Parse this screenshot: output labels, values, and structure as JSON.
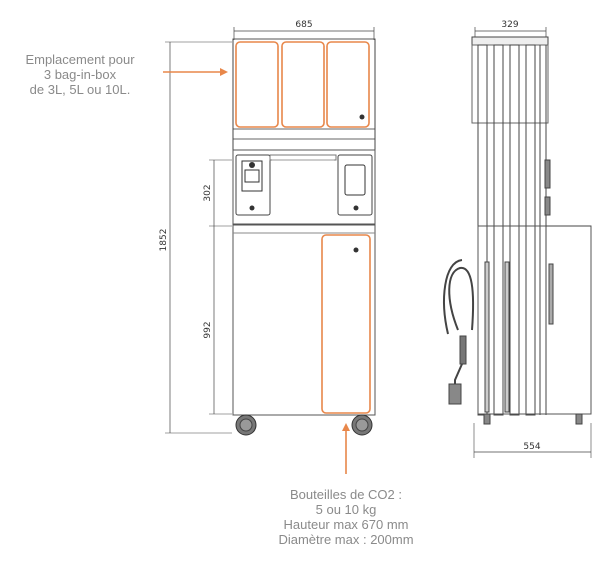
{
  "dimensions": {
    "width": "685",
    "depth_top": "329",
    "depth_base": "554",
    "total_height": "1852",
    "display_section_height": "302",
    "lower_cabinet_height": "992"
  },
  "callouts": {
    "bag_in_box": {
      "lines": [
        "Emplacement pour",
        "3 bag-in-box",
        "de 3L, 5L ou 10L."
      ]
    },
    "co2_bottles": {
      "lines": [
        "Bouteilles de CO2 :",
        "5 ou 10 kg",
        "Hauteur max 670 mm",
        "Diamètre max : 200mm"
      ]
    }
  },
  "colors": {
    "highlight_orange": "#e8874a",
    "line_dark": "#333333",
    "callout_text": "#8a8a8a"
  }
}
